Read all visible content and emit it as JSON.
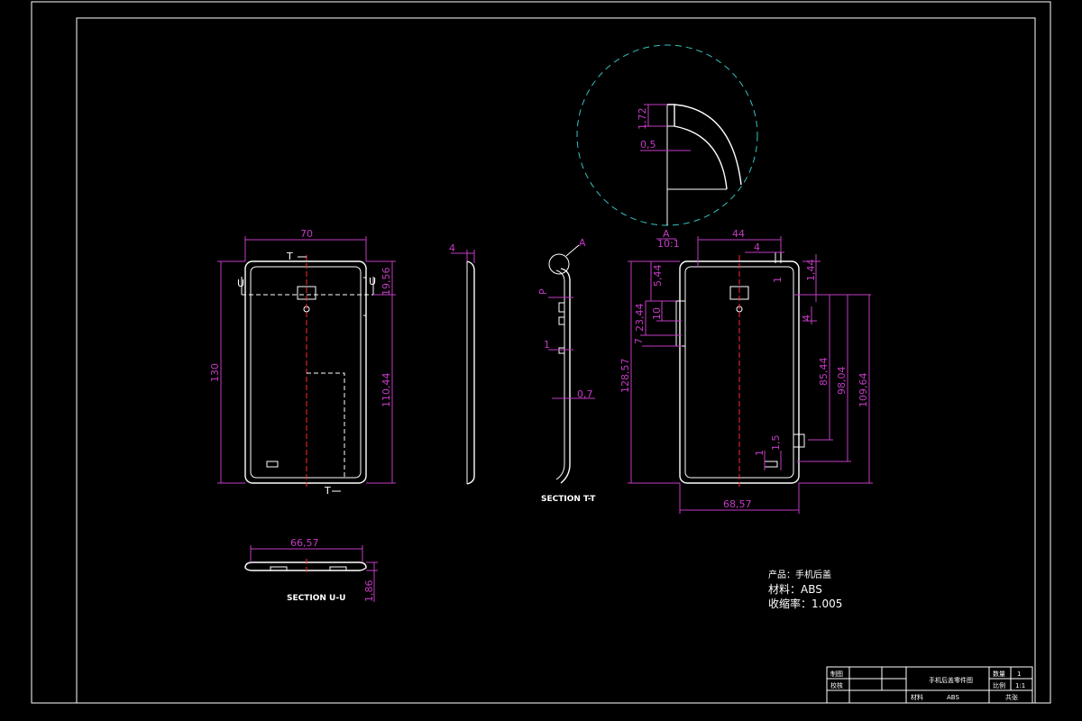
{
  "dimensions": {
    "front_width": "70",
    "front_height": "130",
    "front_top_offset": "19,56",
    "front_lower": "110,44",
    "side_thickness": "4",
    "section_uu_width": "66,57",
    "section_uu_height": "1,86",
    "section_tt_p": "P",
    "section_tt_one": "1",
    "section_tt_wall": "0,7",
    "detail_height": "1,72",
    "detail_width": "0,5",
    "rear_top_width": "44",
    "rear_top_small": "4",
    "rear_top_one": "1",
    "rear_right_top": "1,44",
    "rear_left_a": "5,44",
    "rear_left_b": "10",
    "rear_left_c": "23,44",
    "rear_left_d": "7",
    "rear_left_total": "128,57",
    "rear_right_four": "4",
    "rear_right_a": "85,44",
    "rear_right_b": "98,04",
    "rear_right_c": "109,64",
    "rear_bottom_one": "1",
    "rear_bottom_b": "1,5",
    "rear_bottom_width": "68,57"
  },
  "labels": {
    "section_t_left": "T",
    "section_t_right": "T",
    "section_u_left": "U",
    "section_u_right": "U",
    "section_tt": "SECTION T-T",
    "section_uu": "SECTION U-U",
    "detail_ref": "A",
    "detail_name": "A",
    "detail_scale": "10:1"
  },
  "notes": {
    "product": "产品：手机后盖",
    "material": "材料：ABS",
    "shrinkage": "收缩率：1.005"
  },
  "title_block": {
    "drafter_label": "制图",
    "checker_label": "校核",
    "drawing_title": "手机后盖零件图",
    "quantity_label": "数量",
    "quantity_value": "1",
    "scale_label": "比例",
    "scale_value": "1:1",
    "material_label": "材料",
    "material_value": "ABS",
    "sheet_label": "共张"
  },
  "colors": {
    "background": "#000000",
    "geometry": "#ffffff",
    "dimension": "#c43bc4",
    "centerline": "#ff2a2a",
    "detail_circle": "#35c2c2"
  }
}
